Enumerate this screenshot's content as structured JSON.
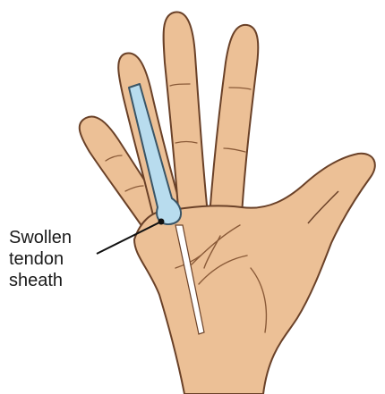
{
  "callout": {
    "lines": [
      "Swollen",
      "tendon",
      "sheath"
    ]
  },
  "colors": {
    "skin": "#ecc096",
    "skin_shadow": "#d7a276",
    "outline": "#6a4128",
    "sheath_fill": "#b8dcee",
    "sheath_outline": "#3a5566",
    "leader": "#111111"
  }
}
